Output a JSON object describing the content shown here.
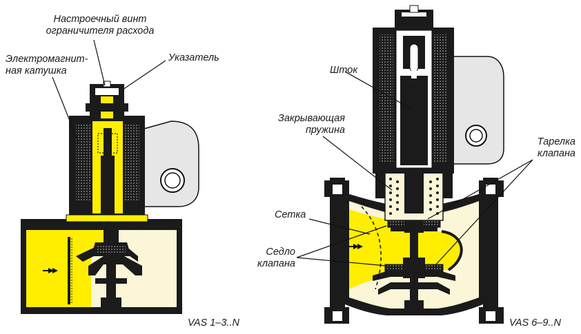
{
  "colors": {
    "body": "#1b1b1b",
    "yellow": "#ffee00",
    "cream": "#fbf6d8",
    "grey": "#e6e6e6",
    "line": "#111111"
  },
  "left_valve": {
    "model": "VAS 1–3..N",
    "labels": {
      "adjust_screw_l1": "Настроечный винт",
      "adjust_screw_l2": "ограничителя расхода",
      "coil_l1": "Электромагнит-",
      "coil_l2": "ная катушка",
      "indicator": "Указатель"
    }
  },
  "right_valve": {
    "model": "VAS 6–9..N",
    "labels": {
      "stem": "Шток",
      "spring_l1": "Закрывающая",
      "spring_l2": "пружина",
      "disc_l1": "Тарелка",
      "disc_l2": "клапана",
      "mesh": "Сетка",
      "seat_l1": "Седло",
      "seat_l2": "клапана"
    }
  }
}
